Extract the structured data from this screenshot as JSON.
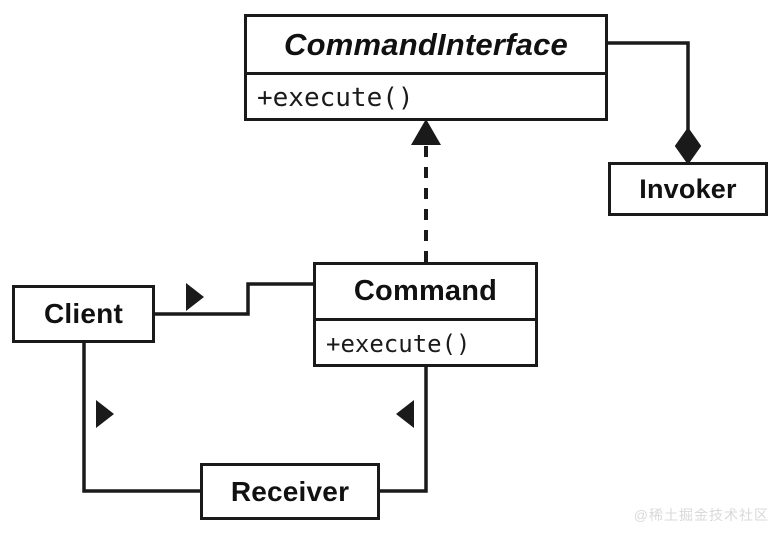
{
  "diagram": {
    "kind": "uml-class-diagram",
    "pattern": "Command",
    "colors": {
      "background": "#ffffff",
      "stroke": "#1a1a1a",
      "text": "#111111",
      "watermark": "#d9d9d9"
    },
    "classes": [
      {
        "id": "commandinterface",
        "name": "CommandInterface",
        "abstract": true,
        "members": [
          "+execute()"
        ]
      },
      {
        "id": "command",
        "name": "Command",
        "abstract": false,
        "members": [
          "+execute()"
        ]
      },
      {
        "id": "client",
        "name": "Client",
        "abstract": false,
        "members": []
      },
      {
        "id": "receiver",
        "name": "Receiver",
        "abstract": false,
        "members": []
      },
      {
        "id": "invoker",
        "name": "Invoker",
        "abstract": false,
        "members": []
      }
    ],
    "relationships": [
      {
        "id": "command-realizes-commandinterface",
        "from": "command",
        "to": "commandinterface",
        "type": "realization",
        "line": "dashed",
        "head": "hollow-triangle-filled"
      },
      {
        "id": "invoker-aggregates-commandinterface",
        "from": "commandinterface",
        "to": "invoker",
        "type": "composition",
        "line": "solid",
        "head": "filled-diamond"
      },
      {
        "id": "client-creates-command",
        "from": "client",
        "to": "command",
        "type": "association",
        "line": "solid",
        "head": "filled-triangle"
      },
      {
        "id": "client-uses-receiver",
        "from": "client",
        "to": "receiver",
        "type": "association",
        "line": "solid",
        "head": "filled-triangle"
      },
      {
        "id": "command-uses-receiver",
        "from": "command",
        "to": "receiver",
        "type": "association",
        "line": "solid",
        "head": "filled-triangle"
      }
    ]
  },
  "watermark": {
    "text": "@稀土掘金技术社区"
  }
}
